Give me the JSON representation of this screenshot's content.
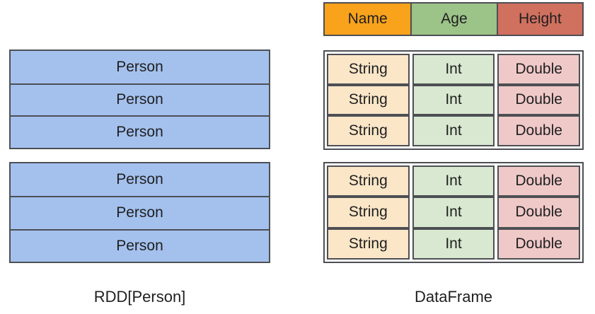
{
  "colors": {
    "background": "#ffffff",
    "border": "#4d4f54",
    "text": "#1f1f1f",
    "rdd-row": "#a4c1ee",
    "header-name": "#f9a21b",
    "header-age": "#9cc388",
    "header-height": "#d0705f",
    "cell-string": "#fbe6c8",
    "cell-int": "#d9e8d0",
    "cell-double": "#efc9c8"
  },
  "rdd": {
    "label": "RDD[Person]",
    "partitions": [
      {
        "rows": [
          "Person",
          "Person",
          "Person"
        ]
      },
      {
        "rows": [
          "Person",
          "Person",
          "Person"
        ]
      }
    ]
  },
  "dataframe": {
    "label": "DataFrame",
    "header": [
      "Name",
      "Age",
      "Height"
    ],
    "partitions": [
      {
        "rows": [
          [
            "String",
            "Int",
            "Double"
          ],
          [
            "String",
            "Int",
            "Double"
          ],
          [
            "String",
            "Int",
            "Double"
          ]
        ]
      },
      {
        "rows": [
          [
            "String",
            "Int",
            "Double"
          ],
          [
            "String",
            "Int",
            "Double"
          ],
          [
            "String",
            "Int",
            "Double"
          ]
        ]
      }
    ]
  }
}
